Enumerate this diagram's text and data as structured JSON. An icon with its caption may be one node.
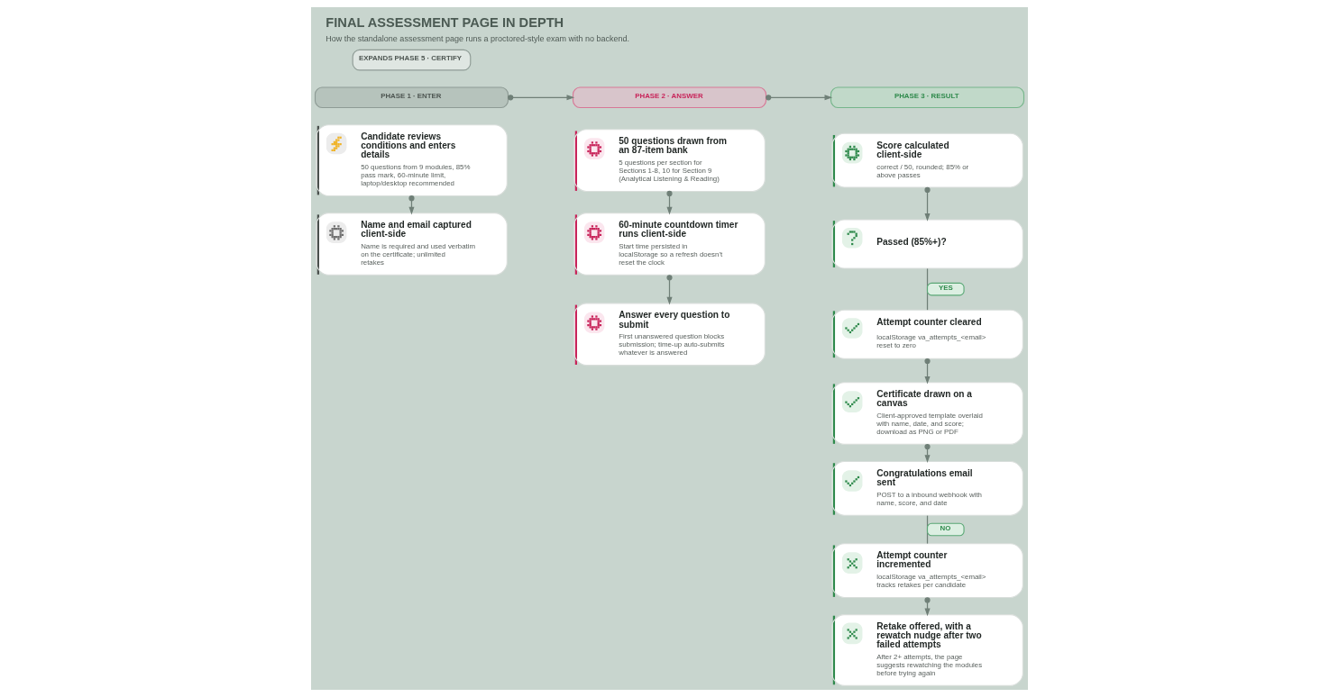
{
  "diagram": {
    "title": "FINAL ASSESSMENT PAGE IN DEPTH",
    "caption": "How the standalone assessment page runs a proctored-style exam with no backend.",
    "nodes": [
      {
        "text": [
          "PHASE 1 · ENTER"
        ]
      },
      {
        "text": [
          "Candidate reviews conditions and enters details",
          "50 questions from 9 modules, 85% pass mark, 60-minute limit, laptop/desktop recommended"
        ]
      },
      {
        "text": [
          "Name and email captured client-side",
          "Name is required and used verbatim on the certificate; unlimited retakes"
        ]
      },
      {
        "text": [
          "PHASE 2 · ANSWER"
        ]
      },
      {
        "text": [
          "50 questions drawn from an 87-item bank",
          "5 questions per section for Sections 1-8, 10 for Section 9 (Analytical Listening & Reading)"
        ]
      },
      {
        "text": [
          "60-minute countdown timer runs client-side",
          "Start time persisted in localStorage so a refresh doesn't reset the clock"
        ]
      },
      {
        "text": [
          "Answer every question to submit",
          "First unanswered question blocks submission; time-up auto-submits whatever is answered"
        ]
      },
      {
        "text": [
          "PHASE 3 · RESULT"
        ]
      },
      {
        "text": [
          "Score calculated client-side",
          "correct / 50, rounded; 85% or above passes"
        ]
      },
      {
        "text": [
          "Passed (85%+)?"
        ]
      },
      {
        "text": [
          "Attempt counter cleared",
          "localStorage va_attempts_<email> reset to zero"
        ]
      },
      {
        "text": [
          "Certificate drawn on a canvas",
          "Client-approved template overlaid with name, date, and score; download as PNG or PDF"
        ]
      },
      {
        "text": [
          "Congratulations email sent",
          "POST to a inbound webhook with name, score, and date"
        ]
      },
      {
        "text": [
          "Attempt counter incremented",
          "localStorage va_attempts_<email> tracks retakes per candidate"
        ]
      },
      {
        "text": [
          "Retake offered, with a rewatch nudge after two failed attempts",
          "After 2+ attempts, the page suggests rewatching the modules before trying again"
        ]
      }
    ],
    "edges": [
      {
        "from": 0,
        "to": 3,
        "arrow": "to"
      },
      {
        "from": 3,
        "to": 7,
        "arrow": "to"
      },
      {
        "from": 1,
        "to": 2,
        "arrow": "to"
      },
      {
        "from": 4,
        "to": 5,
        "arrow": "to"
      },
      {
        "from": 5,
        "to": 6,
        "arrow": "to"
      },
      {
        "from": 8,
        "to": 9,
        "arrow": "to"
      },
      {
        "from": 9,
        "to": 10,
        "arrow": "none",
        "label": "YES"
      },
      {
        "from": 10,
        "to": 11,
        "arrow": "to"
      },
      {
        "from": 11,
        "to": 12,
        "arrow": "to"
      },
      {
        "from": 12,
        "to": 13,
        "arrow": "none",
        "label": "NO"
      },
      {
        "from": 13,
        "to": 14,
        "arrow": "to"
      }
    ],
    "labels": [
      "EXPANDS PHASE 5 · CERTIFY"
    ]
  }
}
